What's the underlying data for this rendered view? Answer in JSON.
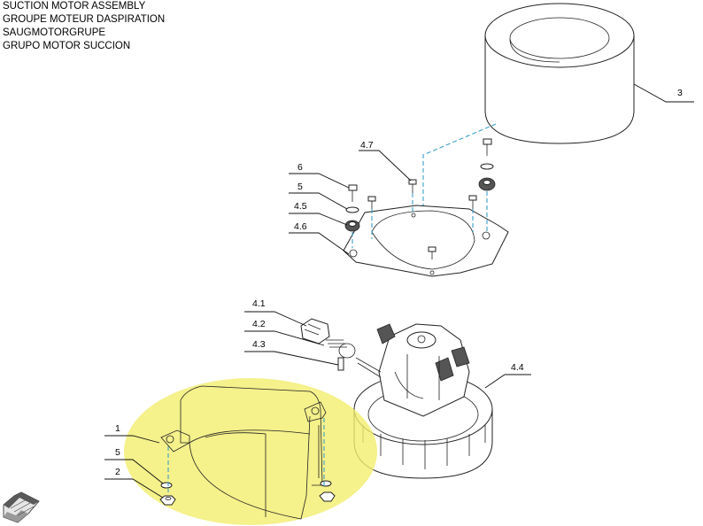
{
  "titles": [
    "SUCTION MOTOR ASSEMBLY",
    "GROUPE MOTEUR DASPIRATION",
    "SAUGMOTORGRUPE",
    "GRUPO MOTOR SUCCION"
  ],
  "callouts": {
    "c3": "3",
    "c4_7": "4.7",
    "c6": "6",
    "c5_top": "5",
    "c4_5": "4.5",
    "c4_6": "4.6",
    "c4_1": "4.1",
    "c4_2": "4.2",
    "c4_3": "4.3",
    "c4_4": "4.4",
    "c1": "1",
    "c5_bottom": "5",
    "c2": "2"
  },
  "colors": {
    "highlight": "#f3ee6e",
    "dashed_axis": "#3aa0c8"
  }
}
